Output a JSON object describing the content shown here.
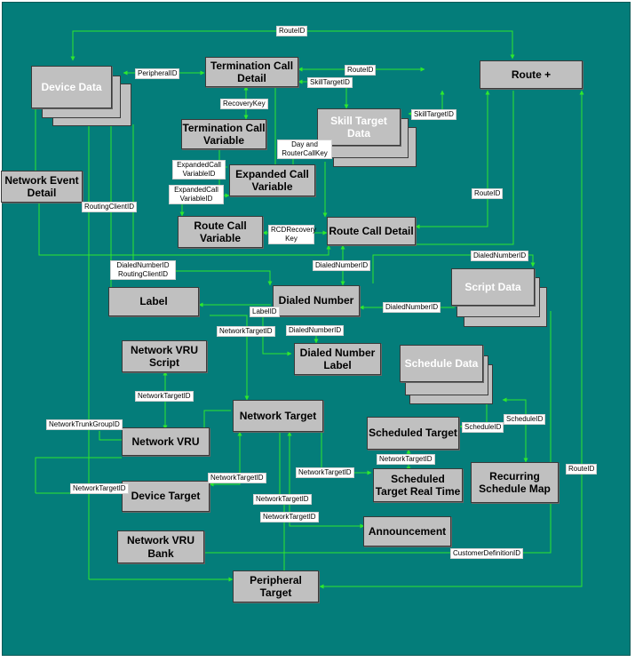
{
  "entities": {
    "device_data": "Device Data",
    "termination_call_detail": "Termination Call Detail",
    "route": "Route +",
    "termination_call_variable": "Termination Call Variable",
    "skill_target_data": "Skill Target Data",
    "network_event_detail": "Network Event Detail",
    "expanded_call_variable": "Expanded Call Variable",
    "route_call_variable": "Route Call Variable",
    "route_call_detail": "Route Call Detail",
    "label": "Label",
    "dialed_number": "Dialed Number",
    "script_data": "Script Data",
    "network_vru_script": "Network VRU Script",
    "dialed_number_label": "Dialed Number Label",
    "schedule_data": "Schedule Data",
    "network_target": "Network Target",
    "network_vru": "Network VRU",
    "scheduled_target": "Scheduled Target",
    "scheduled_target_real_time": "Scheduled Target Real Time",
    "recurring_schedule_map": "Recurring Schedule Map",
    "device_target": "Device Target",
    "announcement": "Announcement",
    "network_vru_bank": "Network VRU Bank",
    "peripheral_target": "Peripheral Target"
  },
  "labels": {
    "route_id_top": "RouteID",
    "peripheral_id": "PeripheralID",
    "route_id_tcd": "RouteID",
    "skill_target_id_tcd": "SkillTargetID",
    "recovery_key": "RecoveryKey",
    "skill_target_id_right": "SkillTargetID",
    "day_router_call_key": "Day and RouterCallKey",
    "expanded_call_variable_id_1": "ExpandedCall VariableID",
    "expanded_call_variable_id_2": "ExpandedCall VariableID",
    "route_id_rcd": "RouteID",
    "routing_client_id": "RoutingClientID",
    "rcd_recovery_key": "RCDRecovery Key",
    "dialed_number_id_rcd": "DialedNumberID",
    "dialed_number_id_right": "DialedNumberID",
    "dialed_number_id_routing_client_id": "DialedNumberID RoutingClientID",
    "dialed_number_id_script": "DialedNumberID",
    "label_id": "LabelID",
    "network_target_id_label": "NetworkTargetID",
    "dialed_number_id_dnl": "DialedNumberID",
    "network_target_id_vru": "NetworkTargetID",
    "network_trunk_group_id": "NetworkTrunkGroupID",
    "schedule_id_1": "ScheduleID",
    "schedule_id_2": "ScheduleID",
    "network_target_id_st": "NetworkTargetID",
    "network_target_id_stm": "NetworkTargetID",
    "route_id_right": "RouteID",
    "network_target_id_dt": "NetworkTargetID",
    "network_target_id_left": "NetworkTargetID",
    "network_target_id_ann1": "NetworkTargetID",
    "network_target_id_ann2": "NetworkTargetID",
    "customer_definition_id": "CustomerDefinitionID"
  }
}
